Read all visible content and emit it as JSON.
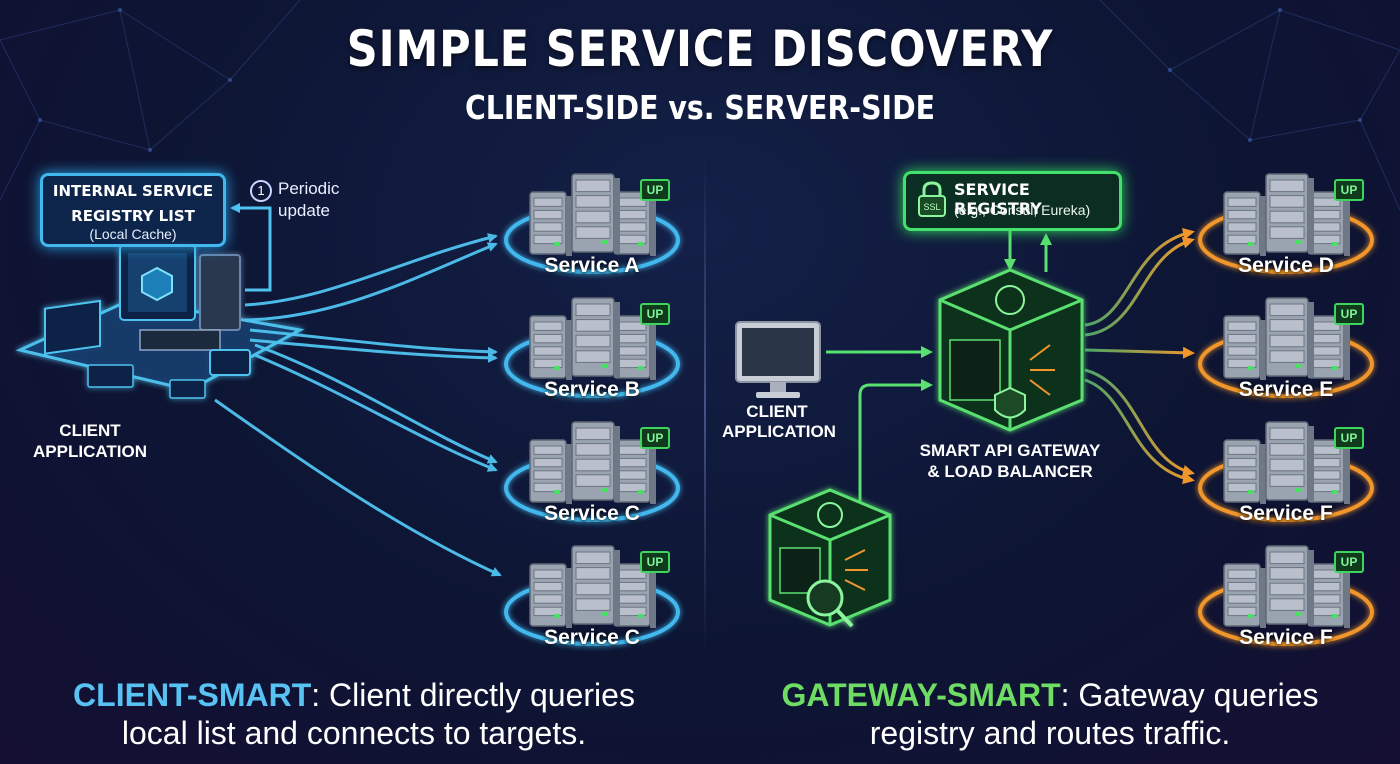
{
  "title": "SIMPLE SERVICE DISCOVERY",
  "subtitle": "CLIENT-SIDE vs. SERVER-SIDE",
  "left": {
    "cache_box": {
      "line1": "INTERNAL SERVICE",
      "line2": "REGISTRY LIST",
      "line3": "(Local Cache)"
    },
    "step_number": "1",
    "step_line1": "Periodic",
    "step_line2": "update",
    "client_line1": "CLIENT",
    "client_line2": "APPLICATION",
    "services": [
      "Service A",
      "Service B",
      "Service C",
      "Service C"
    ],
    "caption_highlight": "CLIENT-SMART",
    "caption_rest": ": Client directly queries",
    "caption_line2": "local list and connects to targets."
  },
  "right": {
    "registry_line1": "SERVICE REGISTRY",
    "registry_line2": "(e.g., Consul, Eureka)",
    "client_line1": "CLIENT",
    "client_line2": "APPLICATION",
    "gateway_line1": "SMART API GATEWAY",
    "gateway_line2": "& LOAD BALANCER",
    "services": [
      "Service D",
      "Service E",
      "Service F",
      "Service F"
    ],
    "caption_highlight": "GATEWAY-SMART",
    "caption_rest": ": Gateway queries",
    "caption_line2": "registry and routes traffic."
  },
  "badges": {
    "up": "UP",
    "ssl": "SSL"
  },
  "colors": {
    "client_blue": "#43b8ee",
    "gateway_green": "#44e06d",
    "server_orange": "#f0962a"
  }
}
